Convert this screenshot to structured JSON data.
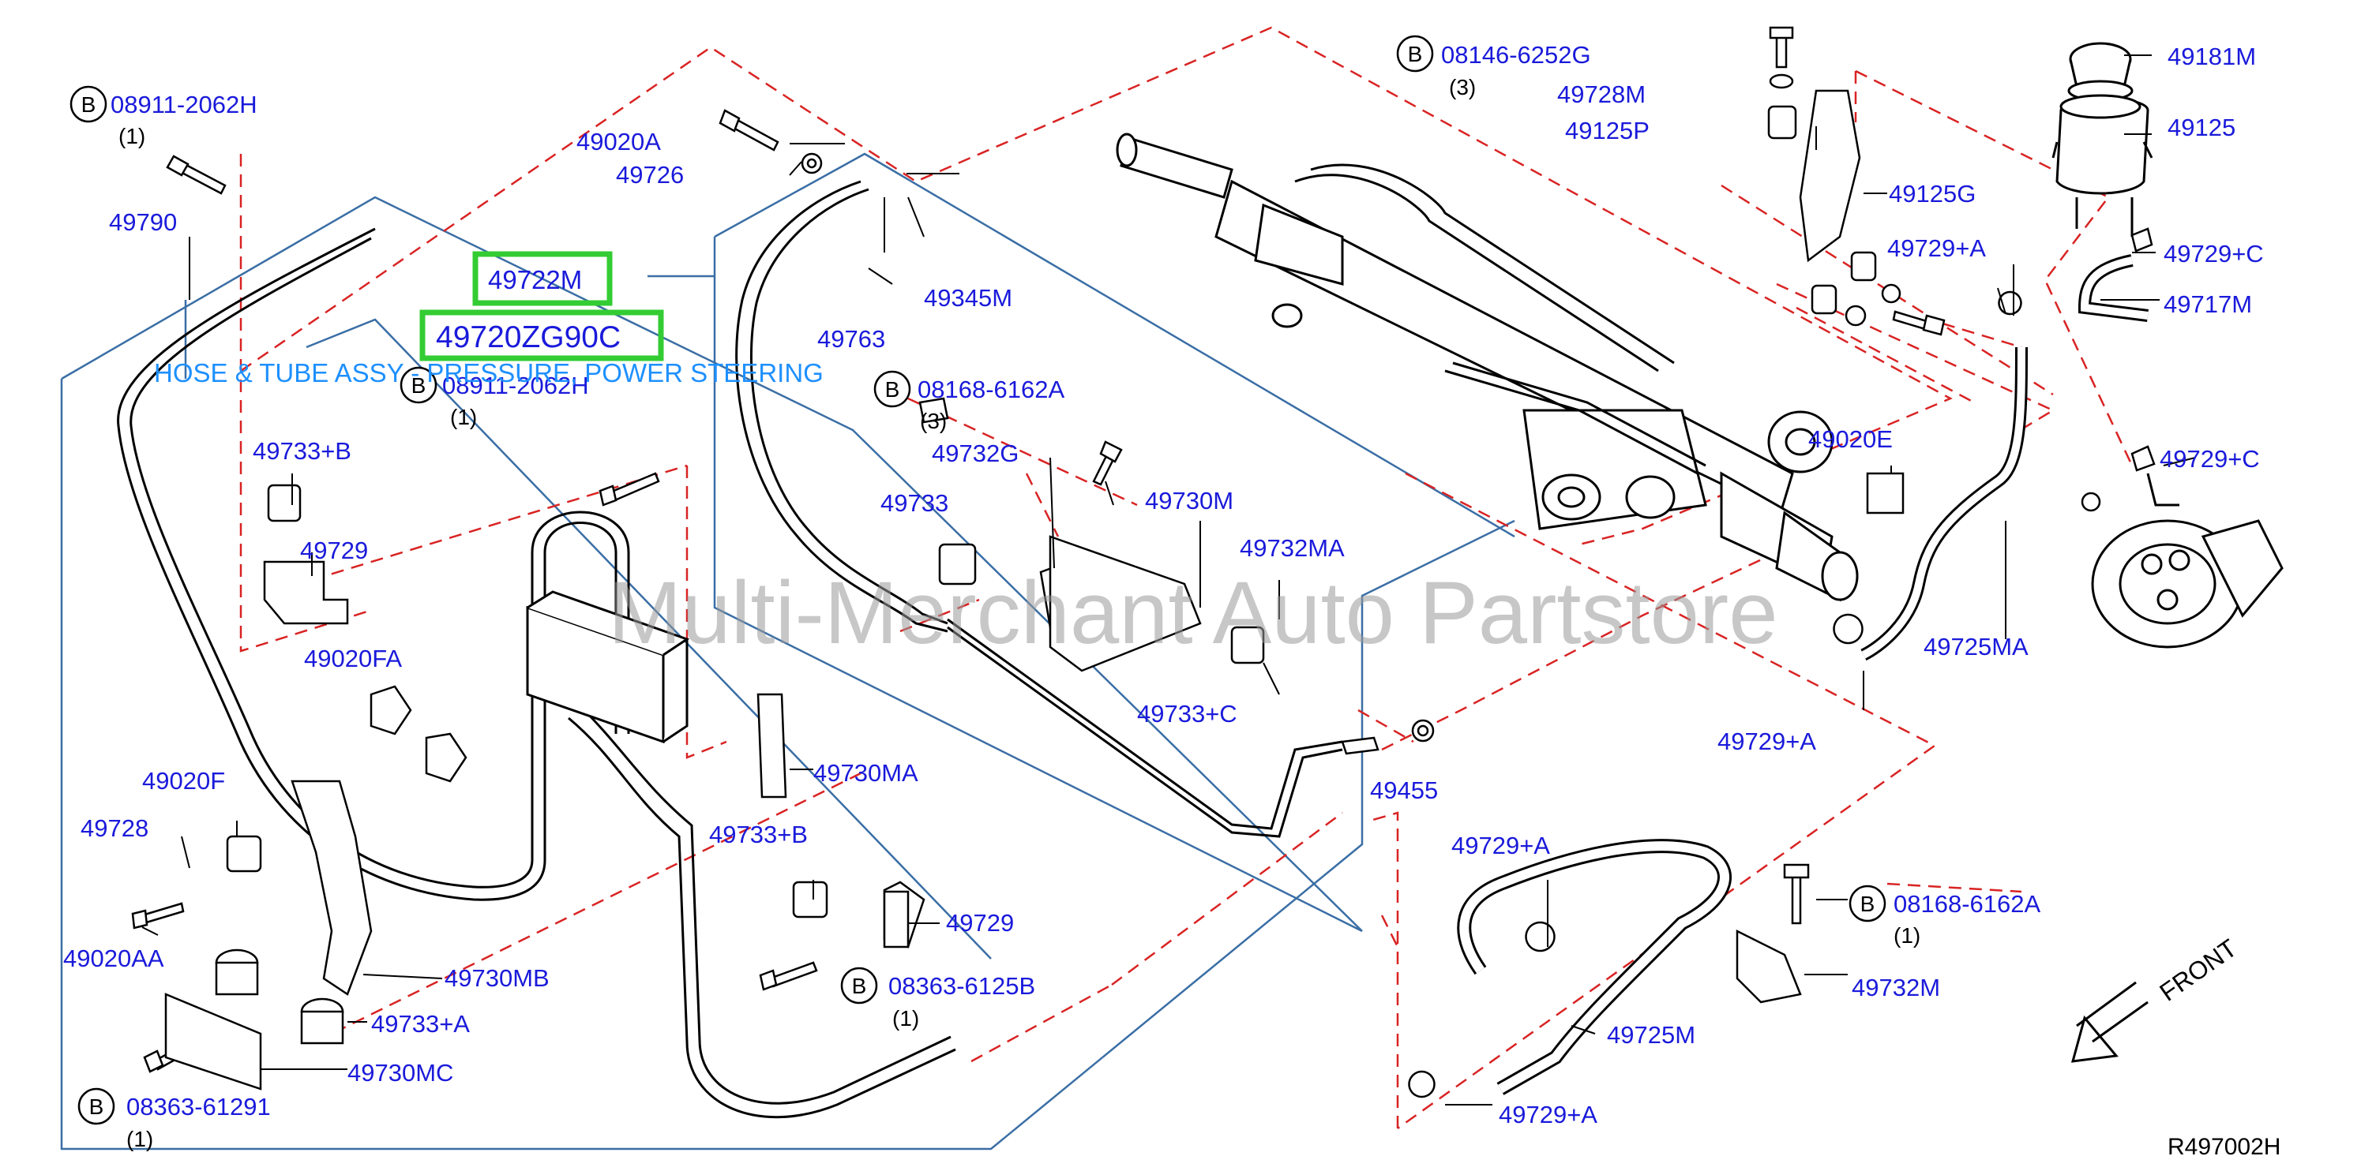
{
  "highlight": {
    "part_number": "49722M",
    "part_code": "49720ZG90C"
  },
  "description": "HOSE & TUBE ASSY - PRESSURE, POWER STEERING",
  "watermark": "Multi-Merchant Auto Partstore",
  "reference": "R497002H",
  "front_label": "FRONT",
  "colors": {
    "label": "#1a1adb",
    "highlight_box": "#33cc33",
    "dashed": "#d92323",
    "frame": "#3a6ea5"
  },
  "bolts": [
    {
      "letter": "B",
      "number": "08911-2062H",
      "qty": "(1)"
    },
    {
      "letter": "B",
      "number": "08911-2062H",
      "qty": "(1)"
    },
    {
      "letter": "B",
      "number": "08146-6252G",
      "qty": "(3)"
    },
    {
      "letter": "B",
      "number": "08168-6162A",
      "qty": "(3)"
    },
    {
      "letter": "B",
      "number": "08168-6162A",
      "qty": "(1)"
    },
    {
      "letter": "B",
      "number": "08363-6125B",
      "qty": "(1)"
    },
    {
      "letter": "B",
      "number": "08363-61291",
      "qty": "(1)"
    }
  ],
  "labels": [
    "49790",
    "49020A",
    "49726",
    "49763",
    "49345M",
    "49733+B",
    "49729",
    "49020FA",
    "49020F",
    "49728",
    "49020AA",
    "49730MB",
    "49733+A",
    "49730MC",
    "49732G",
    "49733",
    "49730M",
    "49732MA",
    "49733+C",
    "49730MA",
    "49733+B",
    "49729",
    "49455",
    "49728M",
    "49125P",
    "49125G",
    "49729+A",
    "49181M",
    "49125",
    "49729+C",
    "49717M",
    "49020E",
    "49729+C",
    "49725MA",
    "49729+A",
    "49729+A",
    "49732M",
    "49725M",
    "49729+A"
  ]
}
